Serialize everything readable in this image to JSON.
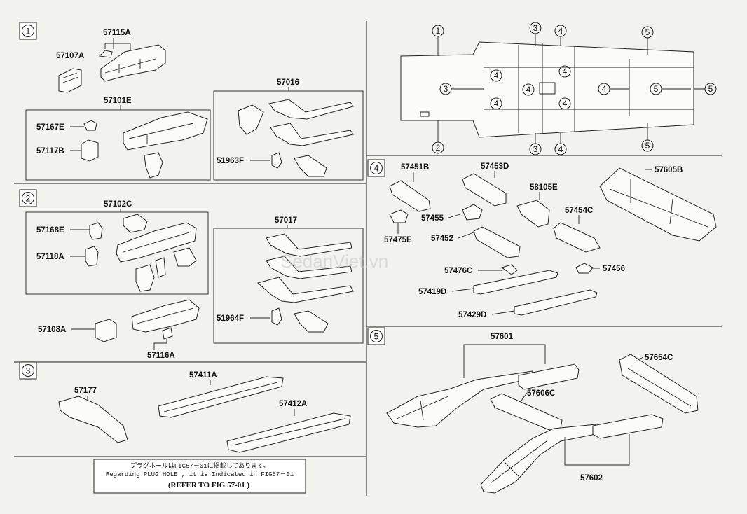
{
  "sections": {
    "s1": "1",
    "s2": "2",
    "s3": "3",
    "s4": "4",
    "s5": "5"
  },
  "parts": {
    "p57115A": "57115A",
    "p57107A": "57107A",
    "p57101E": "57101E",
    "p57167E": "57167E",
    "p57117B": "57117B",
    "p57016": "57016",
    "p51963F": "51963F",
    "p57102C": "57102C",
    "p57168E": "57168E",
    "p57118A": "57118A",
    "p57017": "57017",
    "p51964F": "51964F",
    "p57108A": "57108A",
    "p57116A": "57116A",
    "p57177": "57177",
    "p57411A": "57411A",
    "p57412A": "57412A",
    "p57451B": "57451B",
    "p57453D": "57453D",
    "p58105E": "58105E",
    "p57605B": "57605B",
    "p57455": "57455",
    "p57454C": "57454C",
    "p57475E": "57475E",
    "p57452": "57452",
    "p57476C": "57476C",
    "p57456": "57456",
    "p57419D": "57419D",
    "p57429D": "57429D",
    "p57601": "57601",
    "p57654C": "57654C",
    "p57606C": "57606C",
    "p57602": "57602"
  },
  "overview": {
    "c1": "1",
    "c2": "2",
    "c3a": "3",
    "c3b": "3",
    "c3c": "3",
    "c4": "4",
    "c5": "5"
  },
  "note": {
    "line1": "プラグホールはFIG57－01に掲載してあります。",
    "line2": "Regarding PLUG HOLE , it is Indicated in FIG57－01",
    "line3": "(REFER  TO  FIG  57-01     )"
  },
  "watermark": "SedanViet.vn",
  "colors": {
    "background": "#f2f2ee",
    "ink": "#111111"
  }
}
